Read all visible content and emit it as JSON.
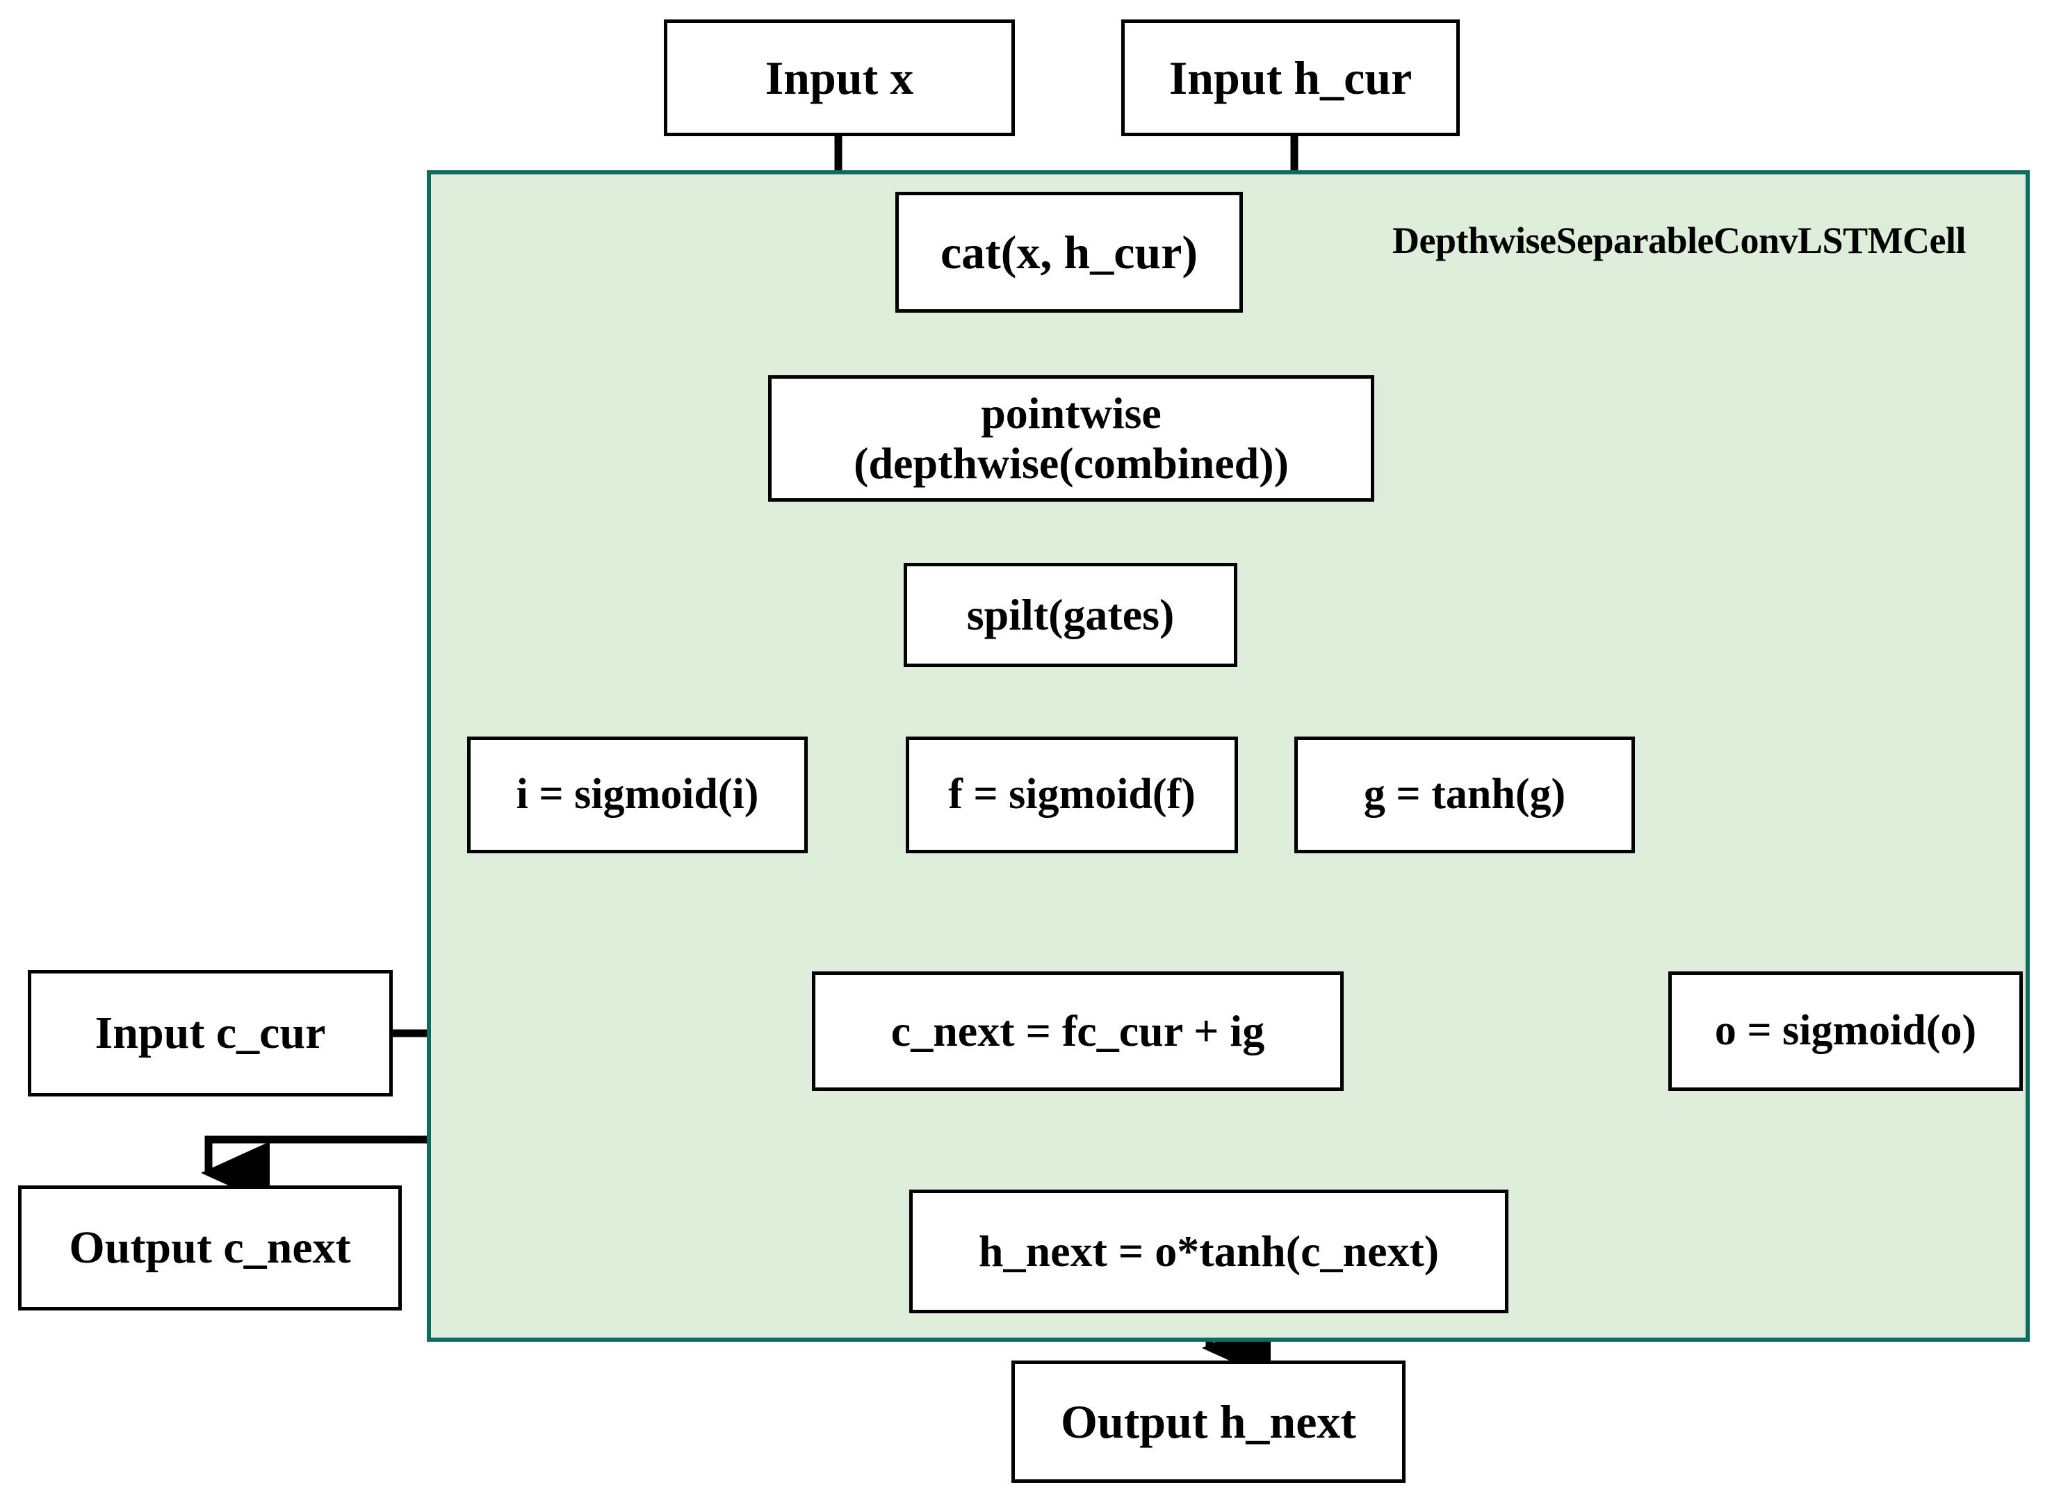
{
  "diagram": {
    "title": "DepthwiseSeparableConvLSTMCell",
    "container": {
      "label": "DepthwiseSeparableConvLSTMCell",
      "fill_color": "#dfeeda",
      "border_color": "#0e6b63"
    },
    "node_style": {
      "fill_color": "#ffffff",
      "border_color": "#000000",
      "text_color": "#000000"
    },
    "nodes": {
      "input_x": "Input x",
      "input_h_cur": "Input h_cur",
      "cat": "cat(x, h_cur)",
      "pointwise_line1": "pointwise",
      "pointwise_line2": "(depthwise(combined))",
      "split": "spilt(gates)",
      "gate_i": "i = sigmoid(i)",
      "gate_f": "f = sigmoid(f)",
      "gate_g": "g = tanh(g)",
      "gate_o": "o = sigmoid(o)",
      "input_c_cur": "Input c_cur",
      "c_next": "c_next = fc_cur + ig",
      "h_next": "h_next = o*tanh(c_next)",
      "output_c_next": "Output c_next",
      "output_h_next": "Output h_next"
    },
    "edges": [
      {
        "from": "input_x",
        "to": "cat"
      },
      {
        "from": "input_h_cur",
        "to": "cat"
      },
      {
        "from": "cat",
        "to": "pointwise"
      },
      {
        "from": "pointwise",
        "to": "split"
      },
      {
        "from": "split",
        "to": "gate_i"
      },
      {
        "from": "split",
        "to": "gate_f"
      },
      {
        "from": "split",
        "to": "gate_g"
      },
      {
        "from": "split",
        "to": "gate_o"
      },
      {
        "from": "gate_i",
        "to": "c_next"
      },
      {
        "from": "gate_f",
        "to": "c_next"
      },
      {
        "from": "gate_g",
        "to": "c_next"
      },
      {
        "from": "input_c_cur",
        "to": "c_next"
      },
      {
        "from": "c_next",
        "to": "output_c_next"
      },
      {
        "from": "c_next",
        "to": "h_next"
      },
      {
        "from": "gate_o",
        "to": "h_next"
      },
      {
        "from": "h_next",
        "to": "output_h_next"
      }
    ]
  }
}
